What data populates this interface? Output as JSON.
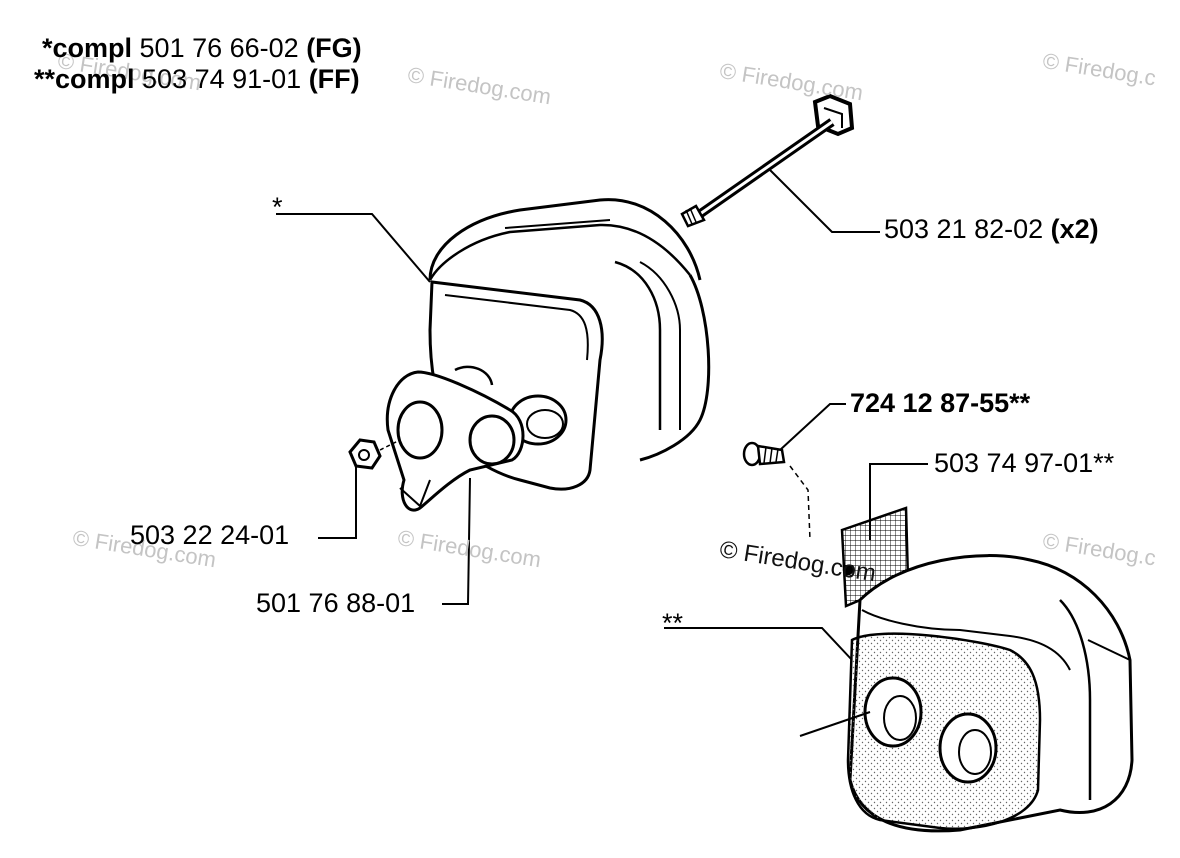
{
  "header": {
    "line1": {
      "prefix": "*",
      "word": "compl",
      "number": " 501 76 66-02 ",
      "code": "(FG)"
    },
    "line2": {
      "prefix": "**",
      "word": "compl",
      "number": " 503 74 91-01 ",
      "code": "(FF)"
    }
  },
  "callouts": {
    "bolt": {
      "number": "503 21 82-02 ",
      "qty": "(x2)"
    },
    "screw": {
      "number": "724 12 87-55**"
    },
    "screen": {
      "number": "503 74 97-01**"
    },
    "nut": {
      "number": "503 22 24-01"
    },
    "plate": {
      "number": "501 76 88-01"
    },
    "muffler_fg_marker": "*",
    "muffler_ff_marker": "**"
  },
  "watermarks": [
    "© Firedog.com",
    "© Firedog.com",
    "© Firedog.c",
    "© Firedog.com",
    "© Firedog.com",
    "© Firedog.c",
    "© Firedog.com"
  ],
  "colors": {
    "ink": "#000000",
    "watermark": "#c4c4c4",
    "background": "#ffffff"
  }
}
